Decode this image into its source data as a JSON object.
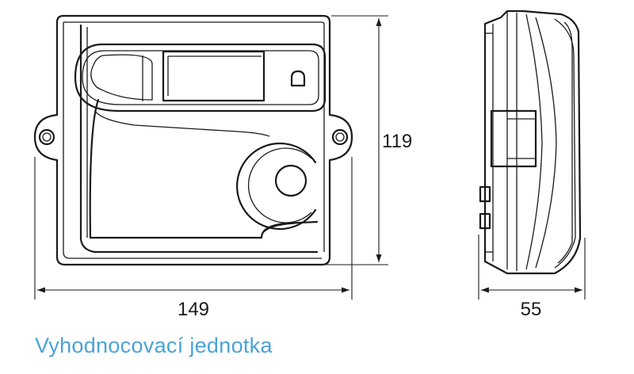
{
  "dimensions": {
    "width": "149",
    "height": "119",
    "depth": "55"
  },
  "caption": "Vyhodnocovací jednotka"
}
